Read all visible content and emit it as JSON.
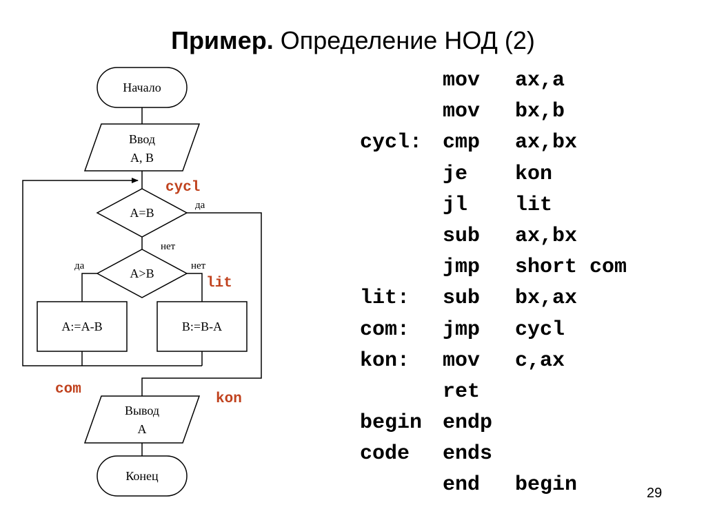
{
  "title": {
    "bold": "Пример.",
    "rest": " Определение НОД (2)"
  },
  "flowchart": {
    "start": "Начало",
    "input_line1": "Ввод",
    "input_line2": "A, B",
    "cond1": "A=B",
    "cond1_yes": "да",
    "cond1_no": "нет",
    "cond2": "A>B",
    "cond2_yes": "да",
    "cond2_no": "нет",
    "proc_left": "A:=A-B",
    "proc_right": "B:=B-A",
    "output_line1": "Вывод",
    "output_line2": "A",
    "end": "Конец",
    "label_cycl": "cycl",
    "label_lit": "lit",
    "label_com": "com",
    "label_kon": "kon",
    "label_color": "#c0421e"
  },
  "code": [
    {
      "label": "",
      "op": "mov",
      "arg": "ax,a"
    },
    {
      "label": "",
      "op": "mov",
      "arg": "bx,b"
    },
    {
      "label": "cycl:",
      "op": "cmp",
      "arg": "ax,bx"
    },
    {
      "label": "",
      "op": "je",
      "arg": "kon"
    },
    {
      "label": "",
      "op": "jl",
      "arg": "lit"
    },
    {
      "label": "",
      "op": "sub",
      "arg": "ax,bx"
    },
    {
      "label": "",
      "op": "jmp",
      "arg": "short com"
    },
    {
      "label": "lit:",
      "op": "sub",
      "arg": "bx,ax"
    },
    {
      "label": "com:",
      "op": "jmp",
      "arg": "cycl"
    },
    {
      "label": "kon:",
      "op": "mov",
      "arg": "c,ax"
    },
    {
      "label": "",
      "op": "ret",
      "arg": ""
    },
    {
      "label": "begin",
      "op": "endp",
      "arg": ""
    },
    {
      "label": "code",
      "op": "ends",
      "arg": ""
    },
    {
      "label": "",
      "op": "end",
      "arg": "begin"
    }
  ],
  "page_number": "29"
}
